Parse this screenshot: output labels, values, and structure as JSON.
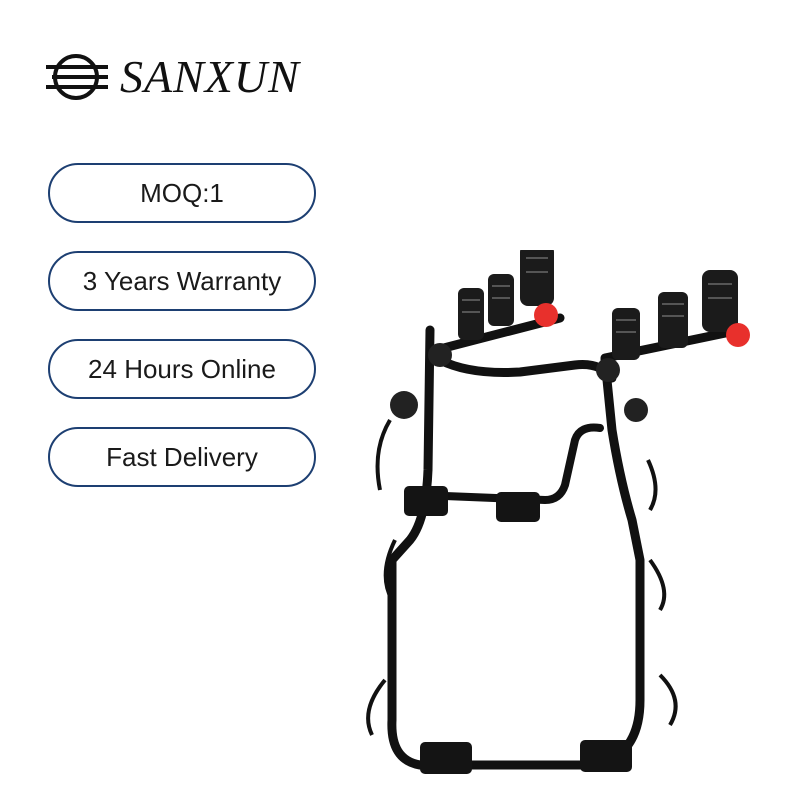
{
  "brand": {
    "name": "SANXUN",
    "logo_icon": "sanxun-logo-icon",
    "color": "#111111"
  },
  "features": [
    {
      "label": "MOQ:1"
    },
    {
      "label": "3 Years Warranty"
    },
    {
      "label": "24 Hours Online"
    },
    {
      "label": "Fast Delivery"
    }
  ],
  "colors": {
    "pill_border": "#1d3f72",
    "rack_frame": "#111111",
    "knob_red": "#e8302c",
    "background": "#ffffff"
  },
  "product_image": {
    "icon": "rear-bike-rack-image"
  }
}
